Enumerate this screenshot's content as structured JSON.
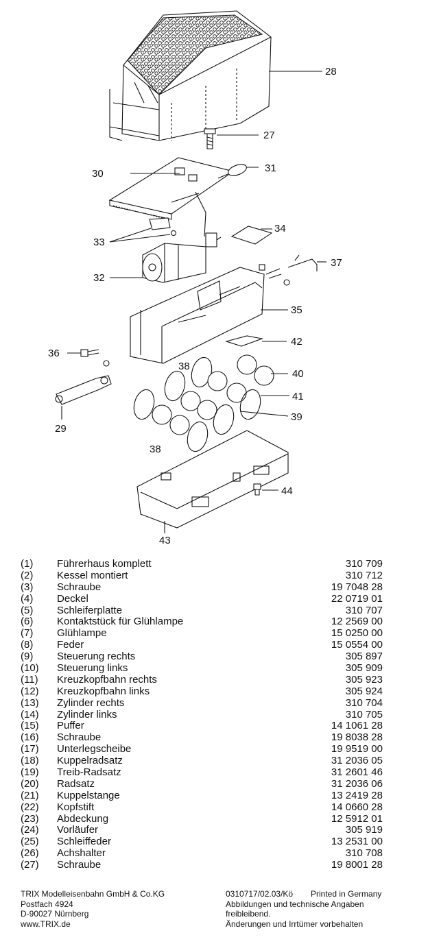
{
  "callouts": [
    "28",
    "27",
    "30",
    "31",
    "33",
    "34",
    "32",
    "37",
    "35",
    "36",
    "42",
    "38",
    "40",
    "41",
    "29",
    "39",
    "38",
    "44",
    "43"
  ],
  "parts": [
    {
      "no": "(1)",
      "name": "Führerhaus komplett",
      "code": "310 709"
    },
    {
      "no": "(2)",
      "name": "Kessel montiert",
      "code": "310 712"
    },
    {
      "no": "(3)",
      "name": "Schraube",
      "code": "19 7048 28"
    },
    {
      "no": "(4)",
      "name": "Deckel",
      "code": "22 0719 01"
    },
    {
      "no": "(5)",
      "name": "Schleiferplatte",
      "code": "310 707"
    },
    {
      "no": "(6)",
      "name": "Kontaktstück für Glühlampe",
      "code": "12 2569 00"
    },
    {
      "no": "(7)",
      "name": "Glühlampe",
      "code": "15 0250 00"
    },
    {
      "no": "(8)",
      "name": "Feder",
      "code": "15 0554 00"
    },
    {
      "no": "(9)",
      "name": "Steuerung rechts",
      "code": "305 897"
    },
    {
      "no": "(10)",
      "name": "Steuerung links",
      "code": "305 909"
    },
    {
      "no": "(11)",
      "name": "Kreuzkopfbahn rechts",
      "code": "305 923"
    },
    {
      "no": "(12)",
      "name": "Kreuzkopfbahn links",
      "code": "305 924"
    },
    {
      "no": "(13)",
      "name": "Zylinder rechts",
      "code": "310 704"
    },
    {
      "no": "(14)",
      "name": "Zylinder links",
      "code": "310 705"
    },
    {
      "no": "(15)",
      "name": "Puffer",
      "code": "14 1061 28"
    },
    {
      "no": "(16)",
      "name": "Schraube",
      "code": "19 8038 28"
    },
    {
      "no": "(17)",
      "name": "Unterlegscheibe",
      "code": "19 9519 00"
    },
    {
      "no": "(18)",
      "name": "Kuppelradsatz",
      "code": "31 2036 05"
    },
    {
      "no": "(19)",
      "name": "Treib-Radsatz",
      "code": "31 2601 46"
    },
    {
      "no": "(20)",
      "name": "Radsatz",
      "code": "31 2036 06"
    },
    {
      "no": "(21)",
      "name": "Kuppelstange",
      "code": "13 2419 28"
    },
    {
      "no": "(22)",
      "name": "Kopfstift",
      "code": "14 0660 28"
    },
    {
      "no": "(23)",
      "name": "Abdeckung",
      "code": "12 5912 01"
    },
    {
      "no": "(24)",
      "name": "Vorläufer",
      "code": "305 919"
    },
    {
      "no": "(25)",
      "name": "Schleiffeder",
      "code": "13 2531 00"
    },
    {
      "no": "(26)",
      "name": "Achshalter",
      "code": "310 708"
    },
    {
      "no": "(27)",
      "name": "Schraube",
      "code": "19 8001 28"
    }
  ],
  "footer": {
    "company": "TRIX Modelleisenbahn GmbH & Co.KG",
    "postbox": "Postfach 4924",
    "city": "D-90027 Nürnberg",
    "web": "www.TRIX.de",
    "doc_code": "0310717/02.03/Kö",
    "printed": "Printed in Germany",
    "note1": "Abbildungen und technische Angaben",
    "note2": "freibleibend.",
    "note3": "Änderungen und Irrtümer vorbehalten"
  }
}
